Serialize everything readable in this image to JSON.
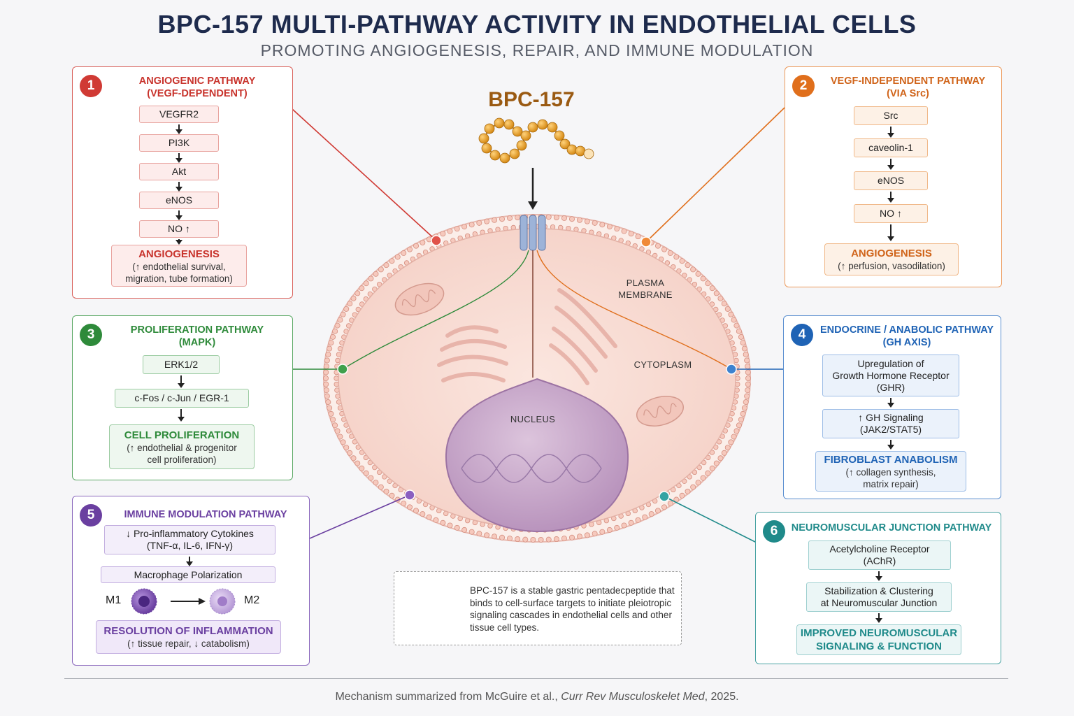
{
  "title": "BPC-157 MULTI-PATHWAY ACTIVITY IN ENDOTHELIAL CELLS",
  "subtitle": "PROMOTING ANGIOGENESIS, REPAIR, AND IMMUNE MODULATION",
  "peptide_label": "BPC-157",
  "cell_labels": {
    "plasma_membrane": "PLASMA MEMBRANE",
    "cytoplasm": "CYTOPLASM",
    "nucleus": "NUCLEUS"
  },
  "panels": {
    "p1": {
      "number": "1",
      "title_line1": "ANGIOGENIC PATHWAY",
      "title_line2": "(VEGF-DEPENDENT)",
      "color": "#d03a34",
      "steps": [
        "VEGFR2",
        "PI3K",
        "Akt",
        "eNOS",
        "NO ↑"
      ],
      "outcome_title": "ANGIOGENESIS",
      "outcome_line1": "(↑ endothelial survival,",
      "outcome_line2": "migration, tube formation)"
    },
    "p2": {
      "number": "2",
      "title_line1": "VEGF-INDEPENDENT PATHWAY",
      "title_line2": "(VIA Src)",
      "color": "#e06f1c",
      "steps": [
        "Src",
        "caveolin-1",
        "eNOS",
        "NO ↑"
      ],
      "outcome_title": "ANGIOGENESIS",
      "outcome_line1": "(↑ perfusion, vasodilation)"
    },
    "p3": {
      "number": "3",
      "title_line1": "PROLIFERATION PATHWAY",
      "title_line2": "(MAPK)",
      "color": "#2e8a3a",
      "steps": [
        "ERK1/2",
        "c-Fos / c-Jun / EGR-1"
      ],
      "outcome_title": "CELL PROLIFERATION",
      "outcome_line1": "(↑ endothelial & progenitor",
      "outcome_line2": "cell proliferation)"
    },
    "p4": {
      "number": "4",
      "title_line1": "ENDOCRINE / ANABOLIC PATHWAY",
      "title_line2": "(GH AXIS)",
      "color": "#1f63b5",
      "step1_line1": "Upregulation of",
      "step1_line2": "Growth Hormone Receptor",
      "step1_line3": "(GHR)",
      "step2_line1": "↑ GH Signaling",
      "step2_line2": "(JAK2/STAT5)",
      "outcome_title": "FIBROBLAST ANABOLISM",
      "outcome_line1": "(↑ collagen synthesis,",
      "outcome_line2": "matrix repair)"
    },
    "p5": {
      "number": "5",
      "title_line1": "IMMUNE MODULATION PATHWAY",
      "color": "#6a3fa0",
      "step1_line1": "↓ Pro-inflammatory Cytokines",
      "step1_line2": "(TNF-α, IL-6, IFN-γ)",
      "step2": "Macrophage Polarization",
      "m1": "M1",
      "m2": "M2",
      "outcome_title": "RESOLUTION OF INFLAMMATION",
      "outcome_line1": "(↑ tissue repair, ↓ catabolism)"
    },
    "p6": {
      "number": "6",
      "title_line1": "NEUROMUSCULAR JUNCTION PATHWAY",
      "color": "#1f8a8a",
      "step1_line1": "Acetylcholine Receptor",
      "step1_line2": "(AChR)",
      "step2_line1": "Stabilization & Clustering",
      "step2_line2": "at Neuromuscular Junction",
      "outcome_line1": "IMPROVED NEUROMUSCULAR",
      "outcome_line2": "SIGNALING & FUNCTION"
    }
  },
  "note_text": "BPC-157 is a stable gastric pentadecpeptide that binds to cell-surface targets to initiate pleiotropic signaling cascades in endothelial cells and other tissue cell types.",
  "footer_prefix": "Mechanism summarized from McGuire et al., ",
  "footer_journal": "Curr Rev Musculoskelet Med",
  "footer_suffix": ", 2025."
}
